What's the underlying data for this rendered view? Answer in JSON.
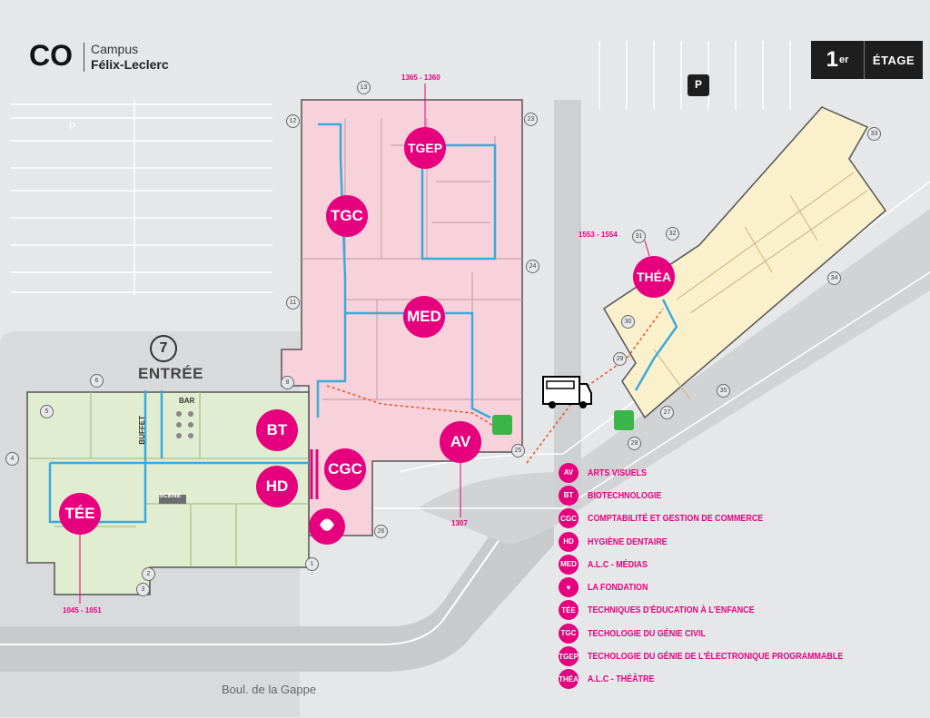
{
  "header": {
    "logo_text": "CO",
    "campus_label": "Campus",
    "campus_name": "Félix-Leclerc",
    "floor_number": "1",
    "floor_suffix": "er",
    "floor_label": "ÉTAGE"
  },
  "map": {
    "entrance_number": "7",
    "entrance_label": "ENTRÉE",
    "street_label": "Boul. de la Gappe",
    "parking_label": "P",
    "bar_label": "BAR",
    "buffet_label": "BUFFET",
    "scene_label": "SCÈNE",
    "room_ranges": {
      "tgep": "1365 - 1360",
      "thea": "1553 - 1554",
      "av": "1307",
      "tee": "1045 - 1051"
    },
    "department_markers": [
      "TGEP",
      "TGC",
      "MED",
      "BT",
      "HD",
      "CGC",
      "AV",
      "TÉE",
      "THÉA"
    ],
    "door_numbers": [
      "1",
      "2",
      "3",
      "4",
      "5",
      "6",
      "8",
      "11",
      "12",
      "13",
      "23",
      "24",
      "25",
      "26",
      "27",
      "28",
      "29",
      "30",
      "31",
      "32",
      "33",
      "34",
      "35"
    ],
    "colors": {
      "magenta": "#e6007e",
      "pink_wing": "#f7d2da",
      "green_wing": "#e1edd0",
      "yellow_wing": "#fbf0cc",
      "path_blue": "#3ba9dc",
      "emergency_green": "#39b54a"
    }
  },
  "legend": [
    {
      "code": "AV",
      "label": "ARTS VISUELS"
    },
    {
      "code": "BT",
      "label": "BIOTECHNOLOGIE"
    },
    {
      "code": "CGC",
      "label": "COMPTABILITÉ ET GESTION DE COMMERCE"
    },
    {
      "code": "HD",
      "label": "HYGIÈNE DENTAIRE"
    },
    {
      "code": "MED",
      "label": "A.L.C - MÉDIAS"
    },
    {
      "code": "",
      "label": "LA FONDATION"
    },
    {
      "code": "TÉE",
      "label": "TECHNIQUES D'ÉDUCATION À L'ENFANCE"
    },
    {
      "code": "TGC",
      "label": "TECHOLOGIE DU GÉNIE CIVIL"
    },
    {
      "code": "TGEP",
      "label": "TECHOLOGIE  DU GÉNIE DE L'ÉLECTRONIQUE PROGRAMMABLE"
    },
    {
      "code": "THÉA",
      "label": "A.L.C - THÉÂTRE"
    }
  ]
}
